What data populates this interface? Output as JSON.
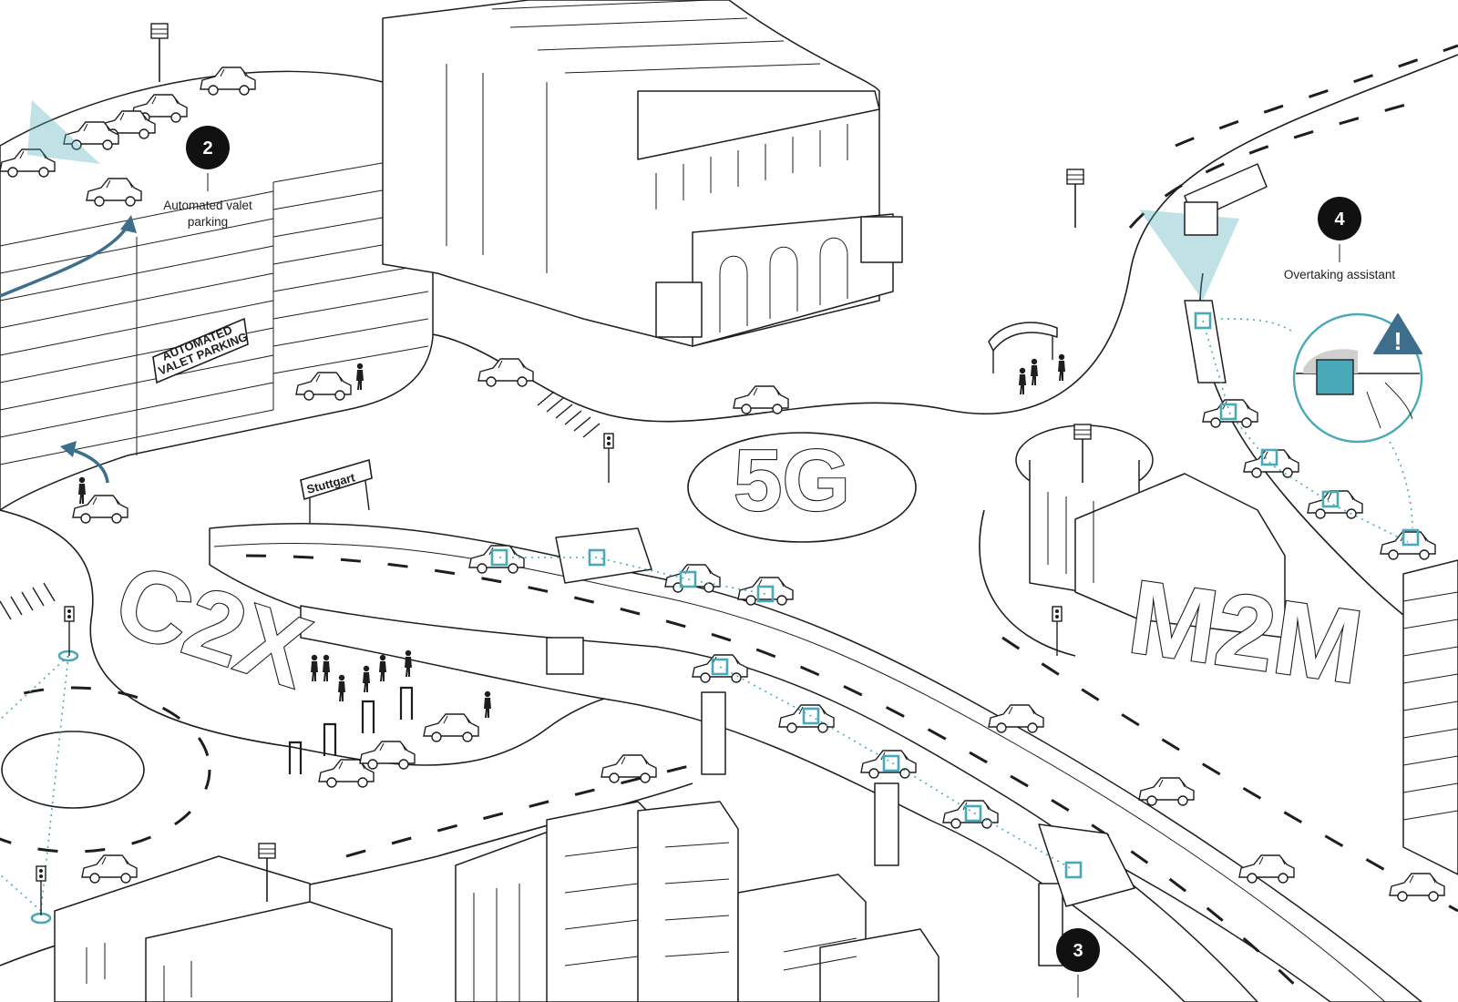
{
  "callouts": {
    "valet": {
      "number": "2",
      "label_line1": "Automated valet",
      "label_line2": "parking"
    },
    "overtaking": {
      "number": "4",
      "label": "Overtaking assistant"
    },
    "highway": {
      "number": "3"
    }
  },
  "signs": {
    "garage_line1": "AUTOMATED",
    "garage_line2": "VALET PARKING",
    "highway_exit": "Stuttgart"
  },
  "landmarks": {
    "five_g": "5G",
    "c2x": "C2X",
    "m2m": "M2M"
  },
  "icons": {
    "warning": "warning-triangle-icon",
    "warning_glyph": "!",
    "traffic_light": "traffic-light-icon",
    "cell_tower": "cell-tower-icon",
    "car": "car-icon",
    "truck": "truck-icon",
    "pedestrian": "pedestrian-icon",
    "sensor": "sensor-square-icon",
    "charging_station": "charging-station-icon"
  },
  "colors": {
    "line": "#1e1e1e",
    "accent": "#4aa9b8",
    "callout_fill": "#111111",
    "warning_fill": "#3d6f8c",
    "arrow": "#3d6f8c"
  }
}
